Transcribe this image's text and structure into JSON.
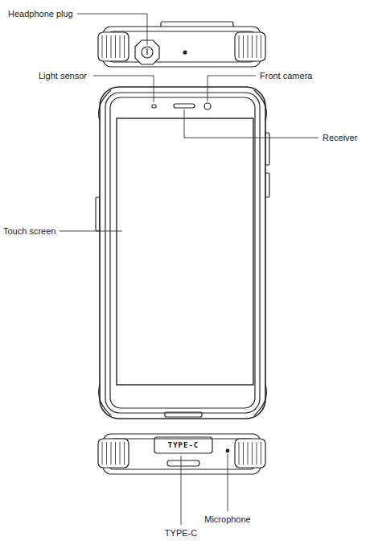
{
  "diagram": {
    "labels": [
      "Headphone plug",
      "Light sensor",
      "Front camera",
      "Receiver",
      "Touch screen",
      "TYPE-C",
      "TYPE-C",
      "Microphone"
    ]
  }
}
